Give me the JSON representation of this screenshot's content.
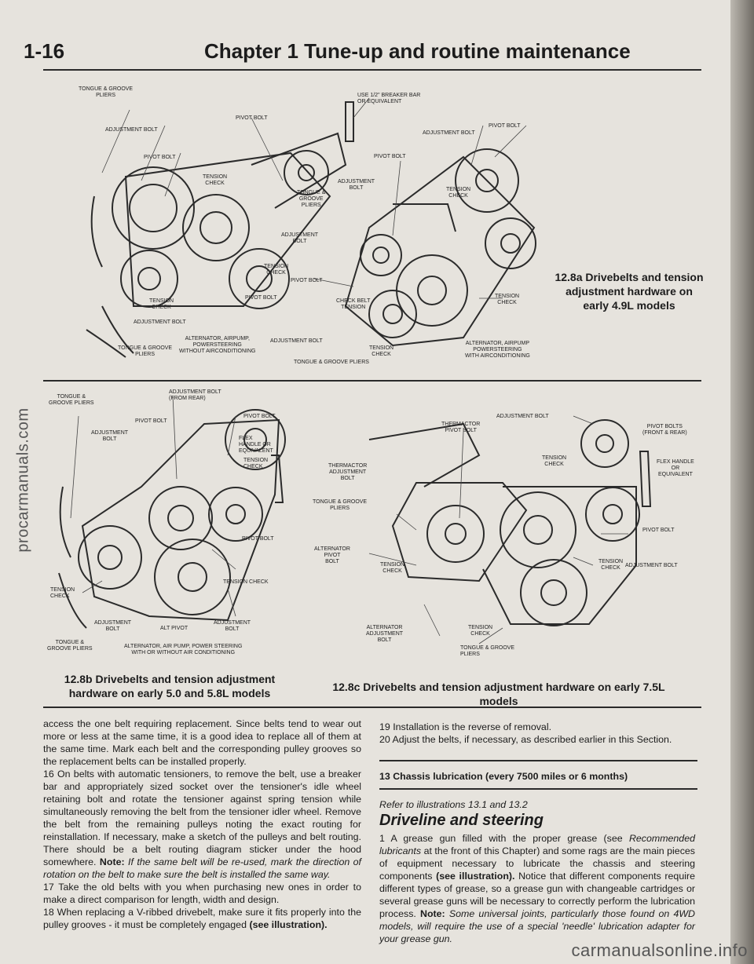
{
  "header": {
    "page_number": "1-16",
    "title": "Chapter 1  Tune-up and routine maintenance"
  },
  "figure_a": {
    "caption": "12.8a Drivebelts and tension adjustment hardware on early 4.9L models",
    "labels": {
      "tongue_groove_pliers_top": "TONGUE & GROOVE\nPLIERS",
      "adjustment_bolt_1": "ADJUSTMENT BOLT",
      "pivot_bolt_1": "PIVOT BOLT",
      "pivot_bolt_2": "PIVOT BOLT",
      "tension_check_1": "TENSION\nCHECK",
      "tongue_groove_pliers_mid": "TONGUE &\nGROOVE\nPLIERS",
      "adjustment_bolt_2": "ADJUSTMENT\nBOLT",
      "tension_check_2": "TENSION\nCHECK",
      "pivot_bolt_3": "PIVOT BOLT",
      "tension_check_3": "TENSION\nCHECK",
      "adjustment_bolt_3": "ADJUSTMENT BOLT",
      "tongue_groove_pliers_bottom": "TONGUE & GROOVE\nPLIERS",
      "alt_air_ps_no_ac": "ALTERNATOR, AIRPUMP,\nPOWERSTEERING\nWITHOUT AIRCONDITIONING",
      "breaker_bar": "USE 1/2\" BREAKER BAR\nOR EQUIVALENT",
      "adjustment_bolt_4": "ADJUSTMENT BOLT",
      "pivot_bolt_4": "PIVOT BOLT",
      "pivot_bolt_5": "PIVOT BOLT",
      "adjustment_bolt_5": "ADJUSTMENT\nBOLT",
      "tension_check_4": "TENSION\nCHECK",
      "pivot_bolt_6": "PIVOT BOLT",
      "check_belt_tension": "CHECK BELT\nTENSION",
      "tension_check_5": "TENSION\nCHECK",
      "adjustment_bolt_6": "ADJUSTMENT BOLT",
      "tension_check_6": "TENSION\nCHECK",
      "tongue_groove_pliers_4": "TONGUE & GROOVE PLIERS",
      "alt_air_ps_ac": "ALTERNATOR, AIRPUMP\nPOWERSTEERING\nWITH AIRCONDITIONING"
    }
  },
  "figure_b": {
    "caption": "12.8b Drivebelts and tension adjustment hardware on early 5.0 and 5.8L models",
    "labels": {
      "tongue_groove_top": "TONGUE &\nGROOVE PLIERS",
      "adjustment_bolt_rear": "ADJUSTMENT BOLT\n(FROM REAR)",
      "pivot_bolt_1": "PIVOT BOLT",
      "adjustment_bolt_1": "ADJUSTMENT\nBOLT",
      "pivot_bolt_2": "PIVOT BOLT",
      "flex_handle": "FLEX\nHANDLE OR\nEQUIVALENT",
      "tension_check_1": "TENSION\nCHECK",
      "pivot_bolt_3": "PIVOT BOLT",
      "tension_check_2": "TENSION CHECK",
      "tension_check_3": "TENSION\nCHECK",
      "adjustment_bolt_2": "ADJUSTMENT\nBOLT",
      "alt_pivot": "ALT PIVOT",
      "adjustment_bolt_3": "ADJUSTMENT\nBOLT",
      "tongue_groove_bottom": "TONGUE &\nGROOVE PLIERS",
      "alt_air_ps": "ALTERNATOR, AIR PUMP, POWER STEERING\nWITH OR WITHOUT AIR CONDITIONING"
    }
  },
  "figure_c": {
    "caption": "12.8c Drivebelts and tension adjustment hardware on early 7.5L models",
    "labels": {
      "thermactor_pivot": "THERMACTOR\nPIVOT BOLT",
      "adjustment_bolt_1": "ADJUSTMENT BOLT",
      "pivot_bolts_front_rear": "PIVOT BOLTS\n(FRONT & REAR)",
      "thermactor_adjustment": "THERMACTOR\nADJUSTMENT\nBOLT",
      "tension_check_1": "TENSION\nCHECK",
      "flex_handle": "FLEX HANDLE\nOR\nEQUIVALENT",
      "tongue_groove_1": "TONGUE & GROOVE\nPLIERS",
      "pivot_bolt": "PIVOT BOLT",
      "alternator_pivot": "ALTERNATOR\nPIVOT\nBOLT",
      "tension_check_2": "TENSION\nCHECK",
      "tension_check_3": "TENSION\nCHECK",
      "adjustment_bolt_2": "ADJUSTMENT BOLT",
      "alternator_adjustment": "ALTERNATOR\nADJUSTMENT\nBOLT",
      "tension_check_4": "TENSION\nCHECK",
      "tongue_groove_2": "TONGUE & GROOVE\nPLIERS"
    }
  },
  "left_column": {
    "p1": "access the one belt requiring replacement. Since belts tend to wear out more or less at the same time, it is a good idea to replace all of them at the same time. Mark each belt and the corresponding pulley grooves so the replacement belts can be installed properly.",
    "p2": "16  On belts with automatic tensioners, to remove the belt, use a breaker bar and appropriately sized socket over the tensioner's idle wheel retaining bolt and rotate the tensioner against spring tension while simultaneously removing the belt from the tensioner idler wheel. Remove the belt from the remaining pulleys noting the exact routing for reinstallation. If necessary, make a sketch of the pulleys and belt routing. There should be a belt routing diagram sticker under the hood somewhere.",
    "p2_note_label": "Note:",
    "p2_note": "If the same belt will be re-used, mark the direction of rotation on the belt to make sure the belt is installed the same way.",
    "p3": "17  Take the old belts with you when purchasing new ones in order to make a direct comparison for length, width and design.",
    "p4": "18  When replacing a V-ribbed drivebelt, make sure it fits properly into the pulley grooves - it must be completely engaged",
    "p4_ref": "(see illustration)."
  },
  "right_column": {
    "p19": "19  Installation is the reverse of removal.",
    "p20": "20  Adjust the belts, if necessary, as described earlier in this Section.",
    "section_title": "13  Chassis lubrication (every 7500 miles or 6 months)",
    "refer": "Refer to illustrations 13.1 and 13.2",
    "subheading": "Driveline and steering",
    "p1a": "1  A grease gun filled with the proper grease (see",
    "p1_ref_italic": "Recommended lubricants",
    "p1b": "at the front of this Chapter) and some rags are the main pieces of equipment necessary to lubricate the chassis and steering components",
    "p1_bold": "(see illustration).",
    "p1c": "Notice that different components require different types of grease, so a grease gun with changeable cartridges or several grease guns will be necessary to correctly perform the lubrication process.",
    "p1_note_label": "Note:",
    "p1_note": "Some universal joints, particularly those found on 4WD models, will require the use of a special 'needle' lubrication adapter for your grease gun."
  },
  "watermarks": {
    "left": "procarmanuals.com",
    "right": "carmanualsonline.info"
  },
  "colors": {
    "paper": "#e6e3dd",
    "ink": "#1c1c1c",
    "line": "#2a2a2a"
  }
}
